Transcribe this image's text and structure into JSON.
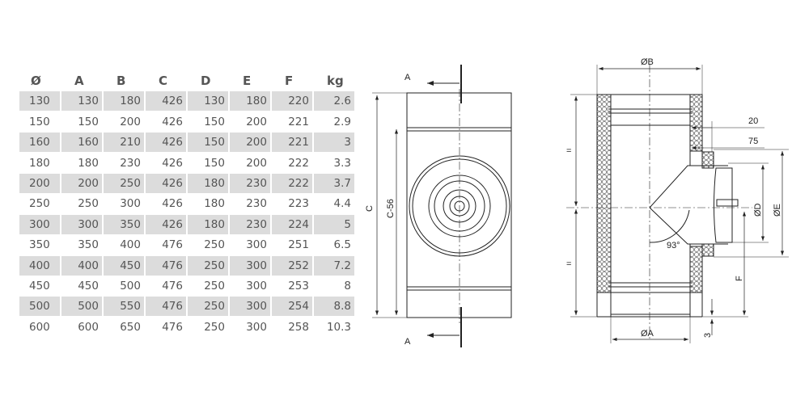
{
  "table": {
    "headers": [
      "Ø",
      "A",
      "B",
      "C",
      "D",
      "E",
      "F",
      "kg"
    ],
    "rows": [
      [
        "130",
        "130",
        "180",
        "426",
        "130",
        "180",
        "220",
        "2.6"
      ],
      [
        "150",
        "150",
        "200",
        "426",
        "150",
        "200",
        "221",
        "2.9"
      ],
      [
        "160",
        "160",
        "210",
        "426",
        "150",
        "200",
        "221",
        "3"
      ],
      [
        "180",
        "180",
        "230",
        "426",
        "150",
        "200",
        "222",
        "3.3"
      ],
      [
        "200",
        "200",
        "250",
        "426",
        "180",
        "230",
        "222",
        "3.7"
      ],
      [
        "250",
        "250",
        "300",
        "426",
        "180",
        "230",
        "223",
        "4.4"
      ],
      [
        "300",
        "300",
        "350",
        "426",
        "180",
        "230",
        "224",
        "5"
      ],
      [
        "350",
        "350",
        "400",
        "476",
        "250",
        "300",
        "251",
        "6.5"
      ],
      [
        "400",
        "400",
        "450",
        "476",
        "250",
        "300",
        "252",
        "7.2"
      ],
      [
        "450",
        "450",
        "500",
        "476",
        "250",
        "300",
        "253",
        "8"
      ],
      [
        "500",
        "500",
        "550",
        "476",
        "250",
        "300",
        "254",
        "8.8"
      ],
      [
        "600",
        "600",
        "650",
        "476",
        "250",
        "300",
        "258",
        "10.3"
      ]
    ]
  },
  "front_view": {
    "section_top": "A",
    "section_bottom": "A",
    "dim_c": "C",
    "dim_c56": "C-56"
  },
  "section_view": {
    "dim_b": "ØB",
    "dim_a": "ØA",
    "dim_d": "ØD",
    "dim_e": "ØE",
    "dim_f": "F",
    "dim_20": "20",
    "dim_75": "75",
    "dim_3": "3",
    "angle": "93°",
    "equal_top": "=",
    "equal_bottom": "="
  }
}
